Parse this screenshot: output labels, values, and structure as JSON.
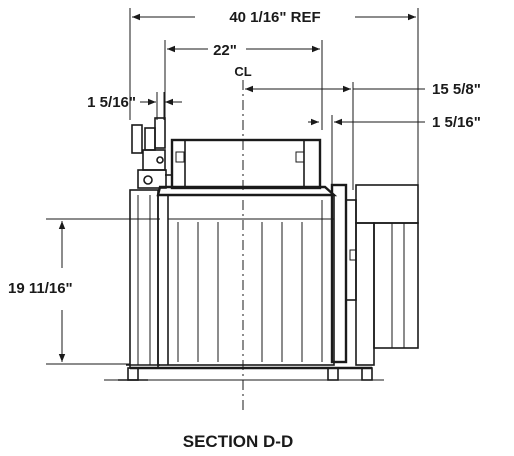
{
  "dimensions": {
    "overall_width": "40 1/16\" REF",
    "to_centerline": "22\"",
    "left_offset": "1 5/16\"",
    "right_to_centerline": "15 5/8\"",
    "right_offset": "1 5/16\"",
    "height": "19 11/16\""
  },
  "centerline_symbol": "CL",
  "caption": "SECTION D-D"
}
